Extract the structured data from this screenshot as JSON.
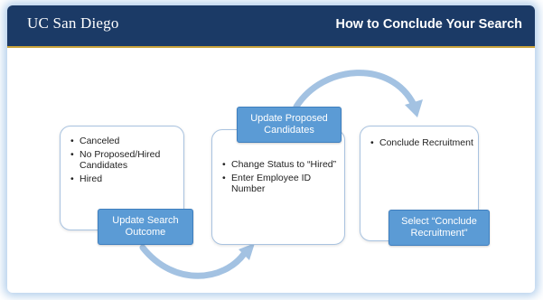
{
  "header": {
    "logo": "UC San Diego",
    "title": "How to Conclude Your Search"
  },
  "steps": [
    {
      "bullets": [
        "Canceled",
        "No Proposed/Hired Candidates",
        "Hired"
      ],
      "label": "Update Search Outcome"
    },
    {
      "bullets": [
        "Change Status to “Hired”",
        "Enter Employee ID Number"
      ],
      "label": "Update Proposed Candidates"
    },
    {
      "bullets": [
        "Conclude Recruitment"
      ],
      "label": "Select “Conclude Recruitment”"
    }
  ],
  "colors": {
    "header_bg": "#1b3a66",
    "label_fill": "#5b9bd5",
    "arrow_fill": "#a3c2e2",
    "box_border": "#a9c3e0"
  }
}
